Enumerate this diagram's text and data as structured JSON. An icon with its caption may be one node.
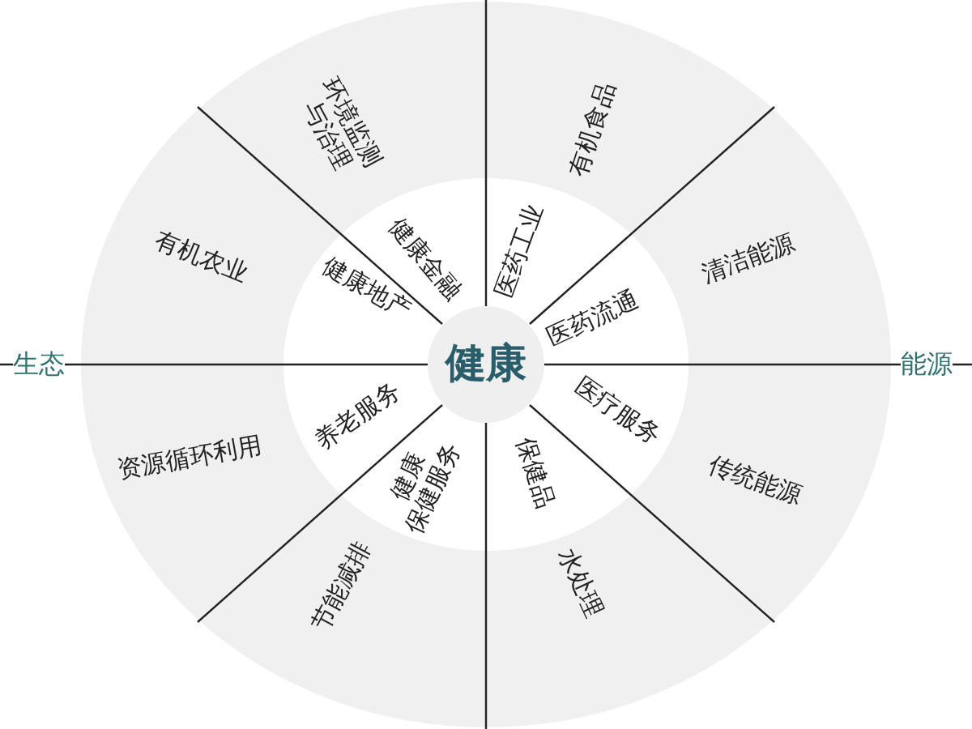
{
  "diagram": {
    "nodes": [
      {
        "text": [
          "健康"
        ]
      },
      {
        "text": [
          "健康金融"
        ]
      },
      {
        "text": [
          "医药工业"
        ]
      },
      {
        "text": [
          "医药流通"
        ]
      },
      {
        "text": [
          "医疗服务"
        ]
      },
      {
        "text": [
          "保健品"
        ]
      },
      {
        "text": [
          "健康保健服务"
        ]
      },
      {
        "text": [
          "养老服务"
        ]
      },
      {
        "text": [
          "健康地产"
        ]
      },
      {
        "text": [
          "环境监测与治理"
        ]
      },
      {
        "text": [
          "有机食品"
        ]
      },
      {
        "text": [
          "清洁能源"
        ]
      },
      {
        "text": [
          "传统能源"
        ]
      },
      {
        "text": [
          "水处理"
        ]
      },
      {
        "text": [
          "节能减排"
        ]
      },
      {
        "text": [
          "资源循环利用"
        ]
      },
      {
        "text": [
          "有机农业"
        ]
      }
    ],
    "labels": [
      "生态",
      "能源"
    ]
  }
}
